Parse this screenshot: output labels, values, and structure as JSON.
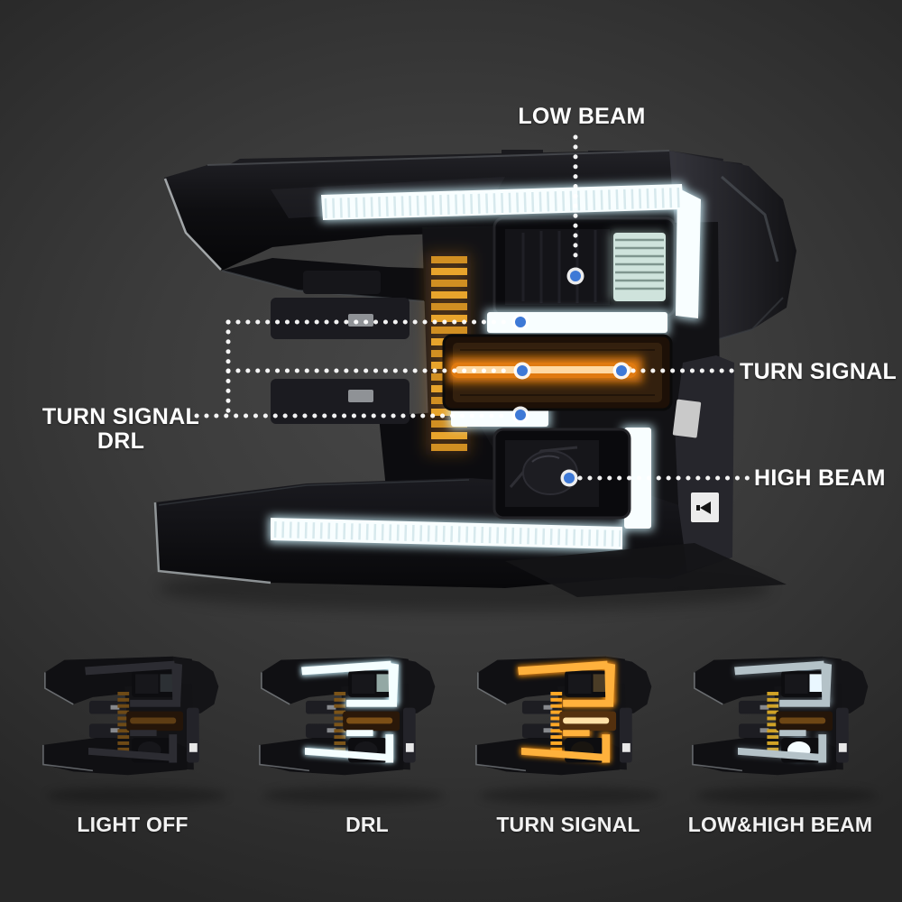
{
  "hero": {
    "callouts": {
      "low_beam": "LOW BEAM",
      "turn_signal": "TURN SIGNAL",
      "turn_signal_drl_line1": "TURN SIGNAL",
      "turn_signal_drl_line2": "DRL",
      "high_beam": "HIGH BEAM"
    }
  },
  "variants": [
    {
      "id": "light-off",
      "label": "LIGHT OFF"
    },
    {
      "id": "drl",
      "label": "DRL"
    },
    {
      "id": "turn-signal",
      "label": "TURN SIGNAL"
    },
    {
      "id": "low-high-beam",
      "label": "LOW&HIGH BEAM"
    }
  ],
  "colors": {
    "marker_blue": "#3e79d6",
    "leader_white": "#ffffff",
    "drl_white": "#f8feff",
    "turn_amber": "#e07a10"
  }
}
